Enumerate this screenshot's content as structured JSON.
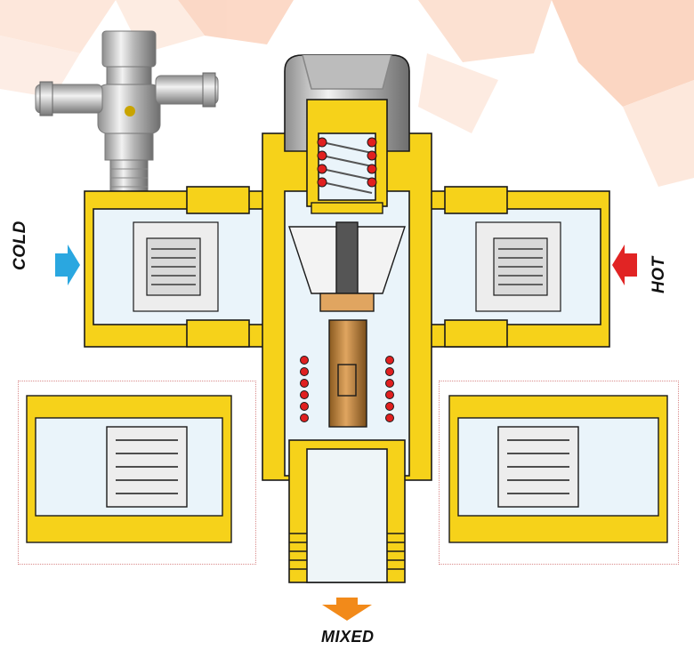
{
  "labels": {
    "cold": "COLD",
    "hot": "HOT",
    "mixed": "MIXED"
  },
  "colors": {
    "brass": "#f6d21a",
    "brass_dark": "#c9a400",
    "outline": "#1a1a1a",
    "cold_arrow": "#2aa7e0",
    "hot_arrow": "#e12424",
    "mixed_arrow": "#f28a1a",
    "spring": "#e02020",
    "bronze": "#c98a3a",
    "background_pattern": "#fbd6c2"
  },
  "parts": {
    "cold_inlet": "check-valve-cartridge",
    "hot_inlet": "check-valve-cartridge",
    "top_cap": "adjustment-knob",
    "center": "thermostatic-element",
    "outlet": "threaded-outlet"
  }
}
